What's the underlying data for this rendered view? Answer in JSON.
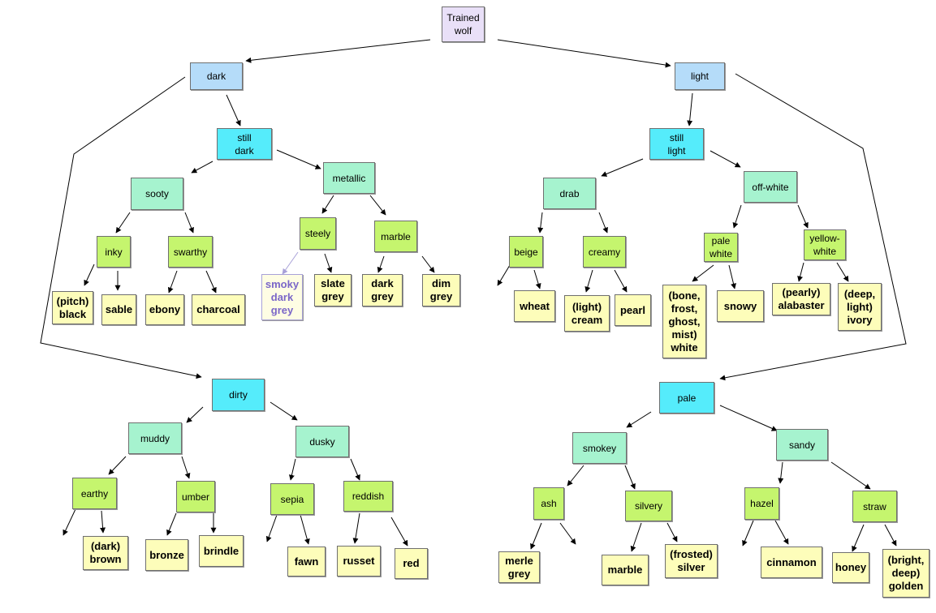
{
  "root": "Trained\nwolf",
  "tones": {
    "dark": "dark",
    "light": "light"
  },
  "branches": {
    "still_dark": "still\ndark",
    "still_light": "still\nlight",
    "dirty": "dirty",
    "pale": "pale"
  },
  "groups": {
    "sooty": "sooty",
    "metallic": "metallic",
    "drab": "drab",
    "off_white": "off-white",
    "muddy": "muddy",
    "dusky": "dusky",
    "smokey": "smokey",
    "sandy": "sandy"
  },
  "subgroups": {
    "inky": "inky",
    "swarthy": "swarthy",
    "steely": "steely",
    "marble": "marble",
    "beige": "beige",
    "creamy": "creamy",
    "pale_white": "pale\nwhite",
    "yellow_white": "yellow-\nwhite",
    "earthy": "earthy",
    "umber": "umber",
    "sepia": "sepia",
    "reddish": "reddish",
    "ash": "ash",
    "silvery": "silvery",
    "hazel": "hazel",
    "straw": "straw"
  },
  "colors": {
    "pitch_black": "(pitch)\nblack",
    "sable": "sable",
    "ebony": "ebony",
    "charcoal": "charcoal",
    "smoky_dark_grey": "smoky\ndark\ngrey",
    "slate_grey": "slate\ngrey",
    "dark_grey": "dark\ngrey",
    "dim_grey": "dim\ngrey",
    "wheat": "wheat",
    "light_cream": "(light)\ncream",
    "pearl": "pearl",
    "bone_white": "(bone,\nfrost,\nghost,\nmist)\nwhite",
    "snowy": "snowy",
    "alabaster": "(pearly)\nalabaster",
    "ivory": "(deep,\nlight)\nivory",
    "dark_brown": "(dark)\nbrown",
    "bronze": "bronze",
    "brindle": "brindle",
    "fawn": "fawn",
    "russet": "russet",
    "red": "red",
    "merle_grey": "merle\ngrey",
    "marble_leaf": "marble",
    "frosted_silver": "(frosted)\nsilver",
    "cinnamon": "cinnamon",
    "honey": "honey",
    "golden": "(bright,\ndeep)\ngolden"
  },
  "palette": {
    "root": "#e9e0f8",
    "tone": "#b5dcf9",
    "branch": "#55ecfb",
    "group": "#a6f3cf",
    "subgroup": "#c5f56e",
    "color": "#fdfdba",
    "highlight_text": "#7a66c8"
  }
}
